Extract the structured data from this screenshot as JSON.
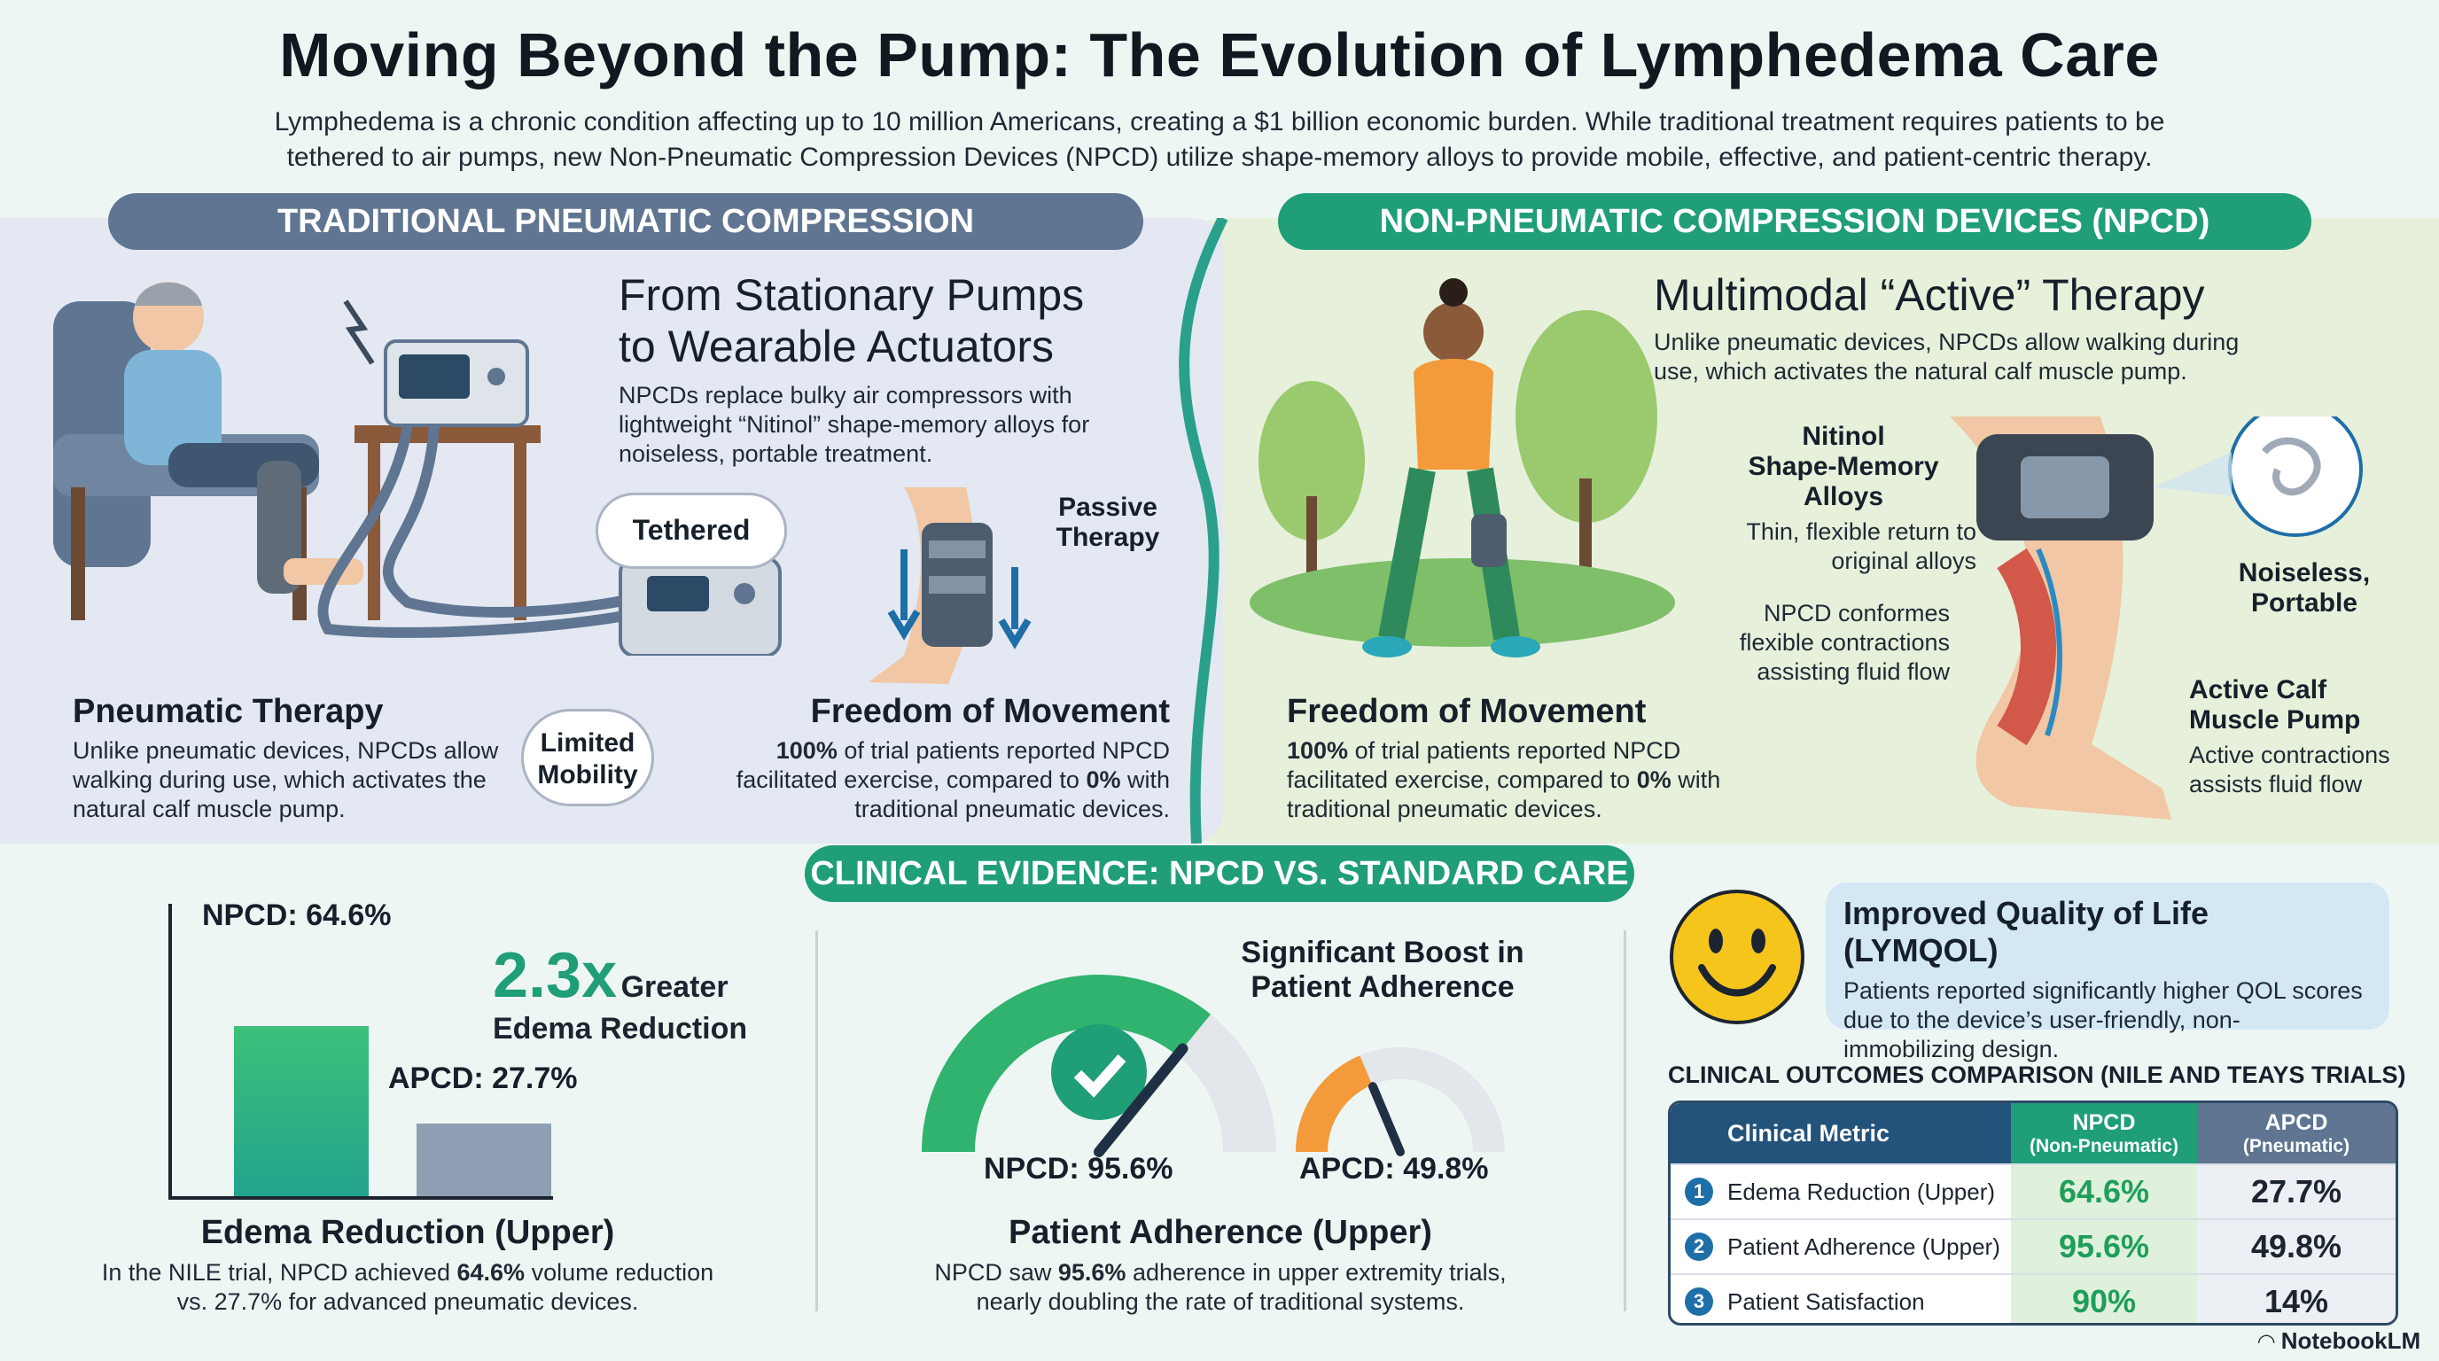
{
  "header": {
    "title": "Moving Beyond the Pump: The Evolution of Lymphedema Care",
    "intro_line1": "Lymphedema is a chronic condition affecting up to 10 million Americans, creating a $1 billion economic burden. While traditional treatment requires patients to be",
    "intro_line2": "tethered to air pumps, new Non-Pneumatic Compression Devices (NPCD) utilize shape-memory alloys to provide mobile, effective, and patient-centric therapy."
  },
  "left_panel": {
    "pill": "TRADITIONAL PNEUMATIC COMPRESSION",
    "heading_line1": "From Stationary Pumps",
    "heading_line2": "to Wearable Actuators",
    "heading_body": "NPCDs replace bulky air compressors with lightweight “Nitinol” shape-memory alloys for noiseless, portable treatment.",
    "tethered": "Tethered",
    "limited_line1": "Limited",
    "limited_line2": "Mobility",
    "passive_line1": "Passive",
    "passive_line2": "Therapy",
    "pneumatic_title": "Pneumatic Therapy",
    "pneumatic_body": "Unlike pneumatic devices, NPCDs allow walking during use, which activates the natural calf muscle pump.",
    "freedom_title": "Freedom of Movement",
    "freedom_bold1": "100%",
    "freedom_mid": " of trial patients reported NPCD facilitated exercise, compared to ",
    "freedom_bold2": "0%",
    "freedom_end": " with traditional pneumatic devices."
  },
  "right_panel": {
    "pill": "NON-PNEUMATIC COMPRESSION DEVICES (NPCD)",
    "heading": "Multimodal “Active” Therapy",
    "heading_body": "Unlike pneumatic devices, NPCDs allow walking during use, which activates the natural calf muscle pump.",
    "nitinol_line1": "Nitinol",
    "nitinol_line2": "Shape-Memory",
    "nitinol_line3": "Alloys",
    "nitinol_body": "Thin, flexible return to original alloys",
    "conforms_body": "NPCD conformes flexible contractions assisting fluid flow",
    "noiseless_line1": "Noiseless,",
    "noiseless_line2": "Portable",
    "calf_line1": "Active Calf",
    "calf_line2": "Muscle Pump",
    "calf_body": "Active contractions assists fluid flow",
    "freedom_title": "Freedom of Movement",
    "freedom_bold1": "100%",
    "freedom_mid": " of trial patients reported NPCD facilitated exercise, compared to ",
    "freedom_bold2": "0%",
    "freedom_end": " with traditional pneumatic devices."
  },
  "evidence": {
    "pill": "CLINICAL EVIDENCE: NPCD VS. STANDARD CARE",
    "bar_npcd_label": "NPCD: 64.6%",
    "bar_apcd_label": "APCD: 27.7%",
    "bar_npcd_value": 64.6,
    "bar_apcd_value": 27.7,
    "greater_big": "2.3x",
    "greater_word": "Greater",
    "greater_line2": "Edema Reduction",
    "edema_title": "Edema Reduction (Upper)",
    "edema_body_pre": "In the NILE trial, NPCD achieved ",
    "edema_body_bold": "64.6%",
    "edema_body_post": " volume reduction",
    "edema_body_line2": "vs. 27.7% for advanced pneumatic devices.",
    "boost_line1": "Significant Boost in",
    "boost_line2": "Patient Adherence",
    "gauge_npcd_label": "NPCD: 95.6%",
    "gauge_apcd_label": "APCD: 49.8%",
    "gauge_npcd_value": 95.6,
    "gauge_apcd_value": 49.8,
    "adherence_title": "Patient Adherence (Upper)",
    "adherence_body_pre": "NPCD saw ",
    "adherence_body_bold": "95.6%",
    "adherence_body_post": " adherence in upper extremity trials,",
    "adherence_body_line2": "nearly doubling the rate of traditional systems.",
    "qol_title": "Improved Quality of Life (LYMQOL)",
    "qol_body": "Patients reported significantly higher QOL scores due to the device’s user-friendly, non-immobilizing design.",
    "table_title": "CLINICAL OUTCOMES COMPARISON (NILE AND TEAYS TRIALS)",
    "table_headers": {
      "metric": "Clinical Metric",
      "npcd": "NPCD",
      "npcd_sub": "(Non-Pneumatic)",
      "apcd": "APCD",
      "apcd_sub": "(Pneumatic)"
    },
    "table_rows": [
      {
        "num": "1",
        "metric": "Edema Reduction (Upper)",
        "npcd": "64.6%",
        "apcd": "27.7%"
      },
      {
        "num": "2",
        "metric": "Patient Adherence (Upper)",
        "npcd": "95.6%",
        "apcd": "49.8%"
      },
      {
        "num": "3",
        "metric": "Patient Satisfaction",
        "npcd": "90%",
        "apcd": "14%"
      }
    ]
  },
  "footer": {
    "brand": "NotebookLM"
  },
  "colors": {
    "green": "#1f9e78",
    "slate": "#5f7591",
    "navy": "#23527a"
  }
}
